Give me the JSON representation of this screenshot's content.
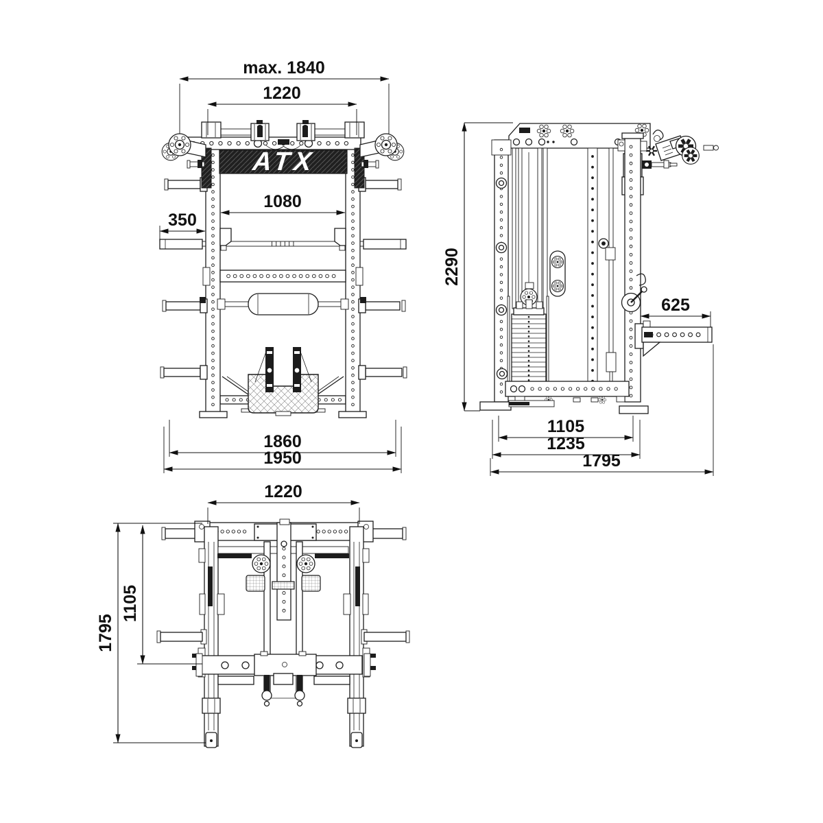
{
  "page": {
    "background": "#ffffff",
    "line_color": "#1c1c1c"
  },
  "logo": {
    "brand": "ATX"
  },
  "views": {
    "front": {
      "dims": {
        "max_overall_width": "max. 1840",
        "top_inner_width": "1220",
        "inner_width": "1080",
        "plate_horn_length": "350",
        "outer_width": "1860",
        "overall_width": "1950"
      }
    },
    "side": {
      "dims": {
        "overall_height": "2290",
        "arm_length": "625",
        "inner_depth": "1105",
        "frame_depth": "1235",
        "overall_depth": "1795"
      }
    },
    "top": {
      "dims": {
        "upright_spacing": "1220",
        "frame_depth": "1105",
        "overall_depth": "1795"
      }
    }
  }
}
